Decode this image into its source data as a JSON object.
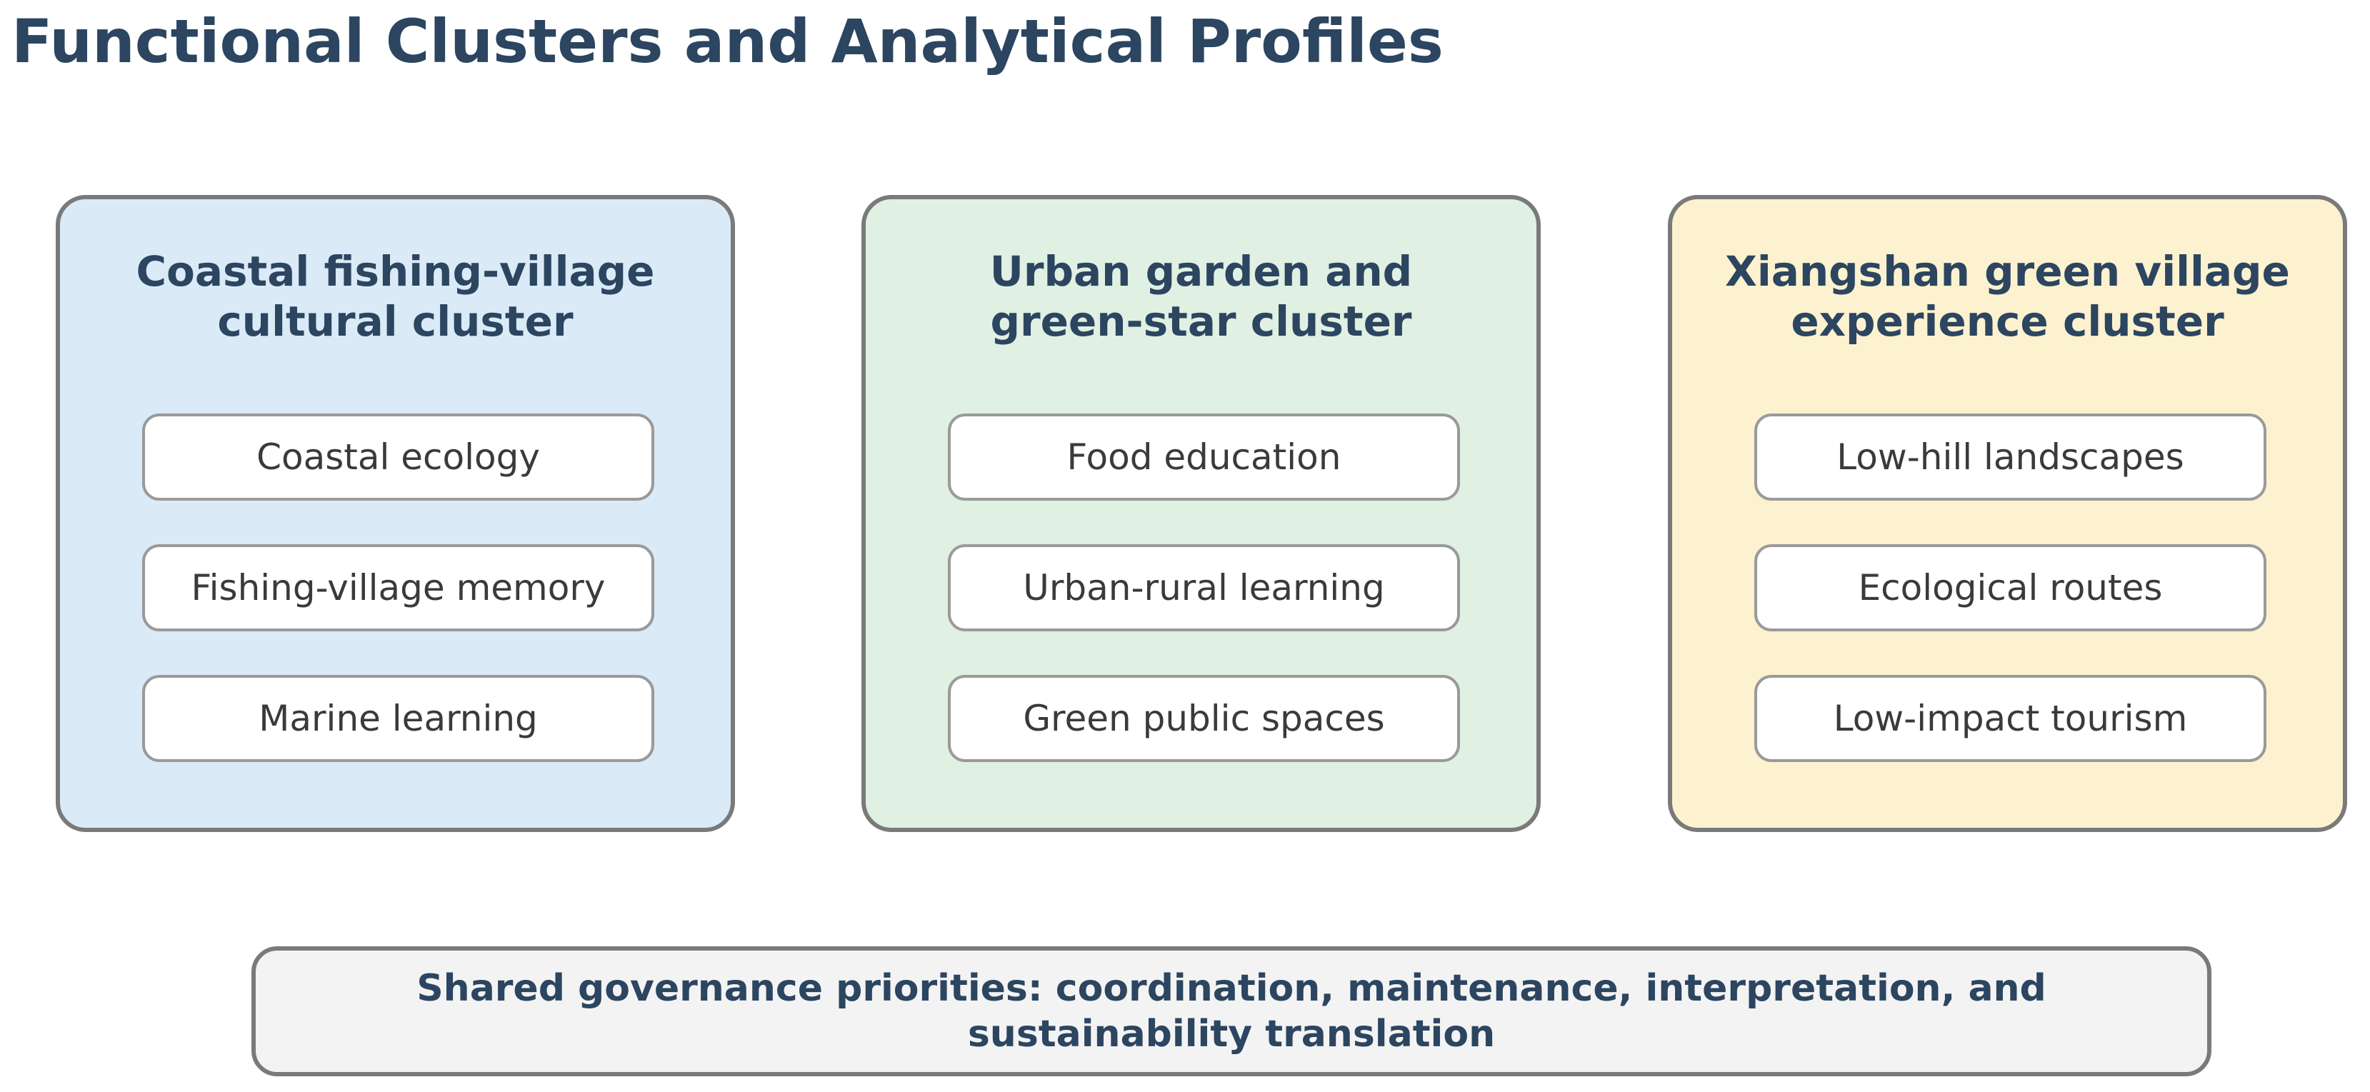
{
  "title": "Functional Clusters and Analytical Profiles",
  "clusters": [
    {
      "title": "Coastal fishing-village\ncultural cluster",
      "color": "#dbeaf7",
      "items": [
        "Coastal ecology",
        "Fishing-village memory",
        "Marine learning"
      ]
    },
    {
      "title": "Urban garden and\ngreen-star cluster",
      "color": "#e0f0e2",
      "items": [
        "Food education",
        "Urban-rural learning",
        "Green public spaces"
      ]
    },
    {
      "title": "Xiangshan green village\nexperience cluster",
      "color": "#fdf2cf",
      "items": [
        "Low-hill landscapes",
        "Ecological routes",
        "Low-impact tourism"
      ]
    }
  ],
  "governance": "Shared governance priorities: coordination, maintenance, interpretation, and\nsustainability translation",
  "colors": {
    "heading": "#2c4560",
    "border": "#7a7a7a",
    "governance_fill": "#f3f3f3"
  }
}
